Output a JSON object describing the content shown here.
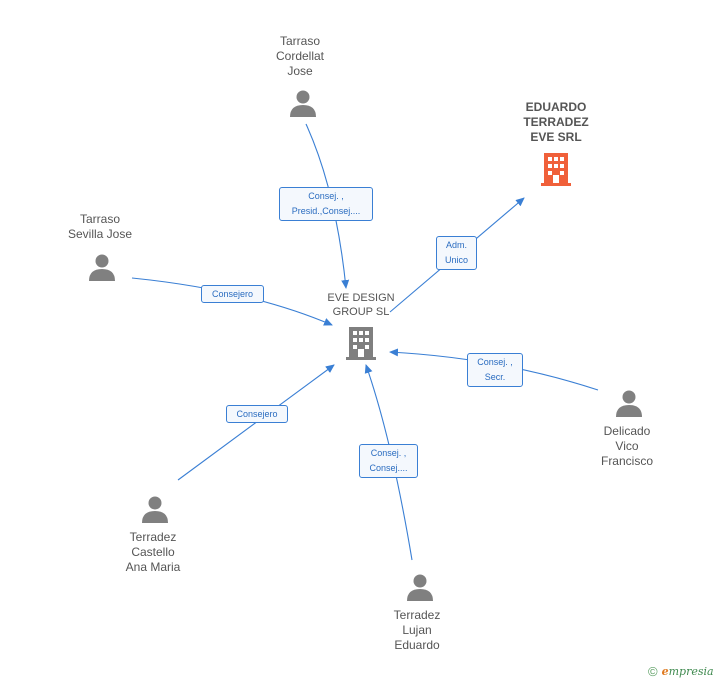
{
  "colors": {
    "edge": "#3a7fd4",
    "person": "#808080",
    "center_building": "#7f7f7f",
    "accent_building": "#f0603a"
  },
  "nodes": {
    "center": {
      "label": "EVE DESIGN\nGROUP SL"
    },
    "company": {
      "label": "EDUARDO\nTERRADEZ\nEVE SRL"
    },
    "p1": {
      "label": "Tarraso\nCordellat\nJose"
    },
    "p2": {
      "label": "Tarraso\nSevilla Jose"
    },
    "p3": {
      "label": "Delicado\nVico\nFrancisco"
    },
    "p4": {
      "label": "Terradez\nCastello\nAna Maria"
    },
    "p5": {
      "label": "Terradez\nLujan\nEduardo"
    }
  },
  "edges": {
    "e1": "Consej. ,\nPresid.,Consej....",
    "e2": "Consejero",
    "e3": "Adm.\nUnico",
    "e4": "Consej. ,\nSecr.",
    "e5": "Consejero",
    "e6": "Consej. ,\nConsej...."
  },
  "footer": {
    "copyright": "©",
    "brand_initial": "e",
    "brand_rest": "mpresia"
  }
}
